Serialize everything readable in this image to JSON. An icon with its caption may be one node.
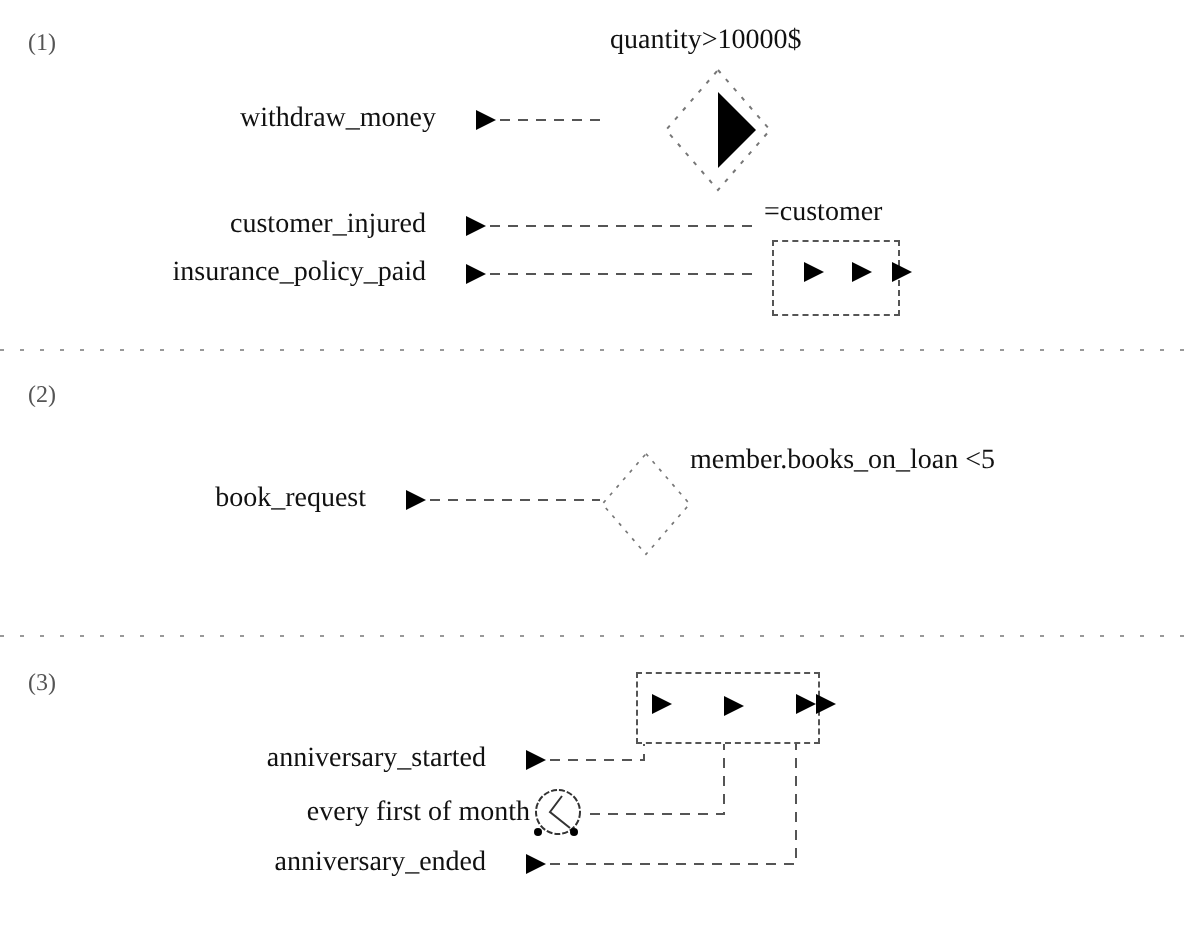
{
  "diagram": {
    "nodes": [
      {
        "text": [
          "withdraw_money"
        ]
      },
      {
        "text": [
          "quantity>10000$"
        ]
      },
      {
        "text": [
          "customer_injured"
        ]
      },
      {
        "text": [
          "insurance_policy_paid"
        ]
      },
      {
        "text": [
          "=customer"
        ]
      },
      {
        "text": [
          "book_request"
        ]
      },
      {
        "text": [
          "member.books_on_loan <5"
        ]
      },
      {
        "text": [
          "anniversary_started"
        ]
      },
      {
        "text": [
          "every first of month"
        ]
      },
      {
        "text": [
          "anniversary_ended"
        ]
      },
      {
        "text": [],
        "shape": "box"
      }
    ],
    "edges": [
      {
        "from": 0,
        "to": 1,
        "arrow": "none",
        "style": "dashed"
      },
      {
        "from": 2,
        "to": 4,
        "arrow": "none",
        "style": "dashed"
      },
      {
        "from": 3,
        "to": 4,
        "arrow": "none",
        "style": "dashed"
      },
      {
        "from": 5,
        "to": 6,
        "arrow": "none",
        "style": "dashed"
      },
      {
        "from": 7,
        "to": 10,
        "arrow": "none",
        "style": "dashed"
      },
      {
        "from": 8,
        "to": 10,
        "arrow": "none",
        "style": "dashed"
      },
      {
        "from": 9,
        "to": 10,
        "arrow": "none",
        "style": "dashed"
      }
    ],
    "labels": [
      "(1)",
      "(2)",
      "(3)"
    ]
  }
}
